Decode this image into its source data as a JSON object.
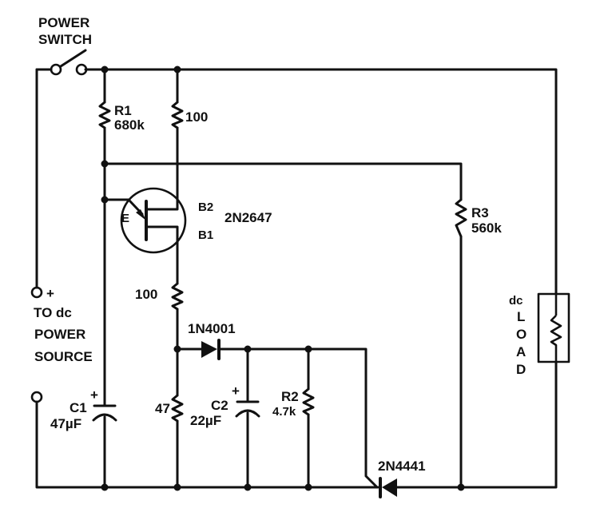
{
  "diagram": {
    "type": "circuit-schematic",
    "labels": {
      "power_switch_line1": "POWER",
      "power_switch_line2": "SWITCH",
      "source_plus": "+",
      "source_line1": "TO dc",
      "source_line2": "POWER",
      "source_line3": "SOURCE",
      "load_dc": "dc",
      "load_letters": [
        "L",
        "O",
        "A",
        "D"
      ]
    },
    "components": {
      "r1": {
        "ref": "R1",
        "value": "680k"
      },
      "r_b2": {
        "ref": "",
        "value": "100"
      },
      "ujt": {
        "part": "2N2647",
        "pin_e": "E",
        "pin_b2": "B2",
        "pin_b1": "B1"
      },
      "r3": {
        "ref": "R3",
        "value": "560k"
      },
      "r_b1": {
        "ref": "",
        "value": "100"
      },
      "d1": {
        "part": "1N4001"
      },
      "r_47": {
        "ref": "",
        "value": "47"
      },
      "c1": {
        "ref": "C1",
        "value": "47µF",
        "polarity": "+"
      },
      "c2": {
        "ref": "C2",
        "value": "22µF",
        "polarity": "+"
      },
      "r2": {
        "ref": "R2",
        "value": "4.7k"
      },
      "scr": {
        "part": "2N4441"
      }
    }
  }
}
